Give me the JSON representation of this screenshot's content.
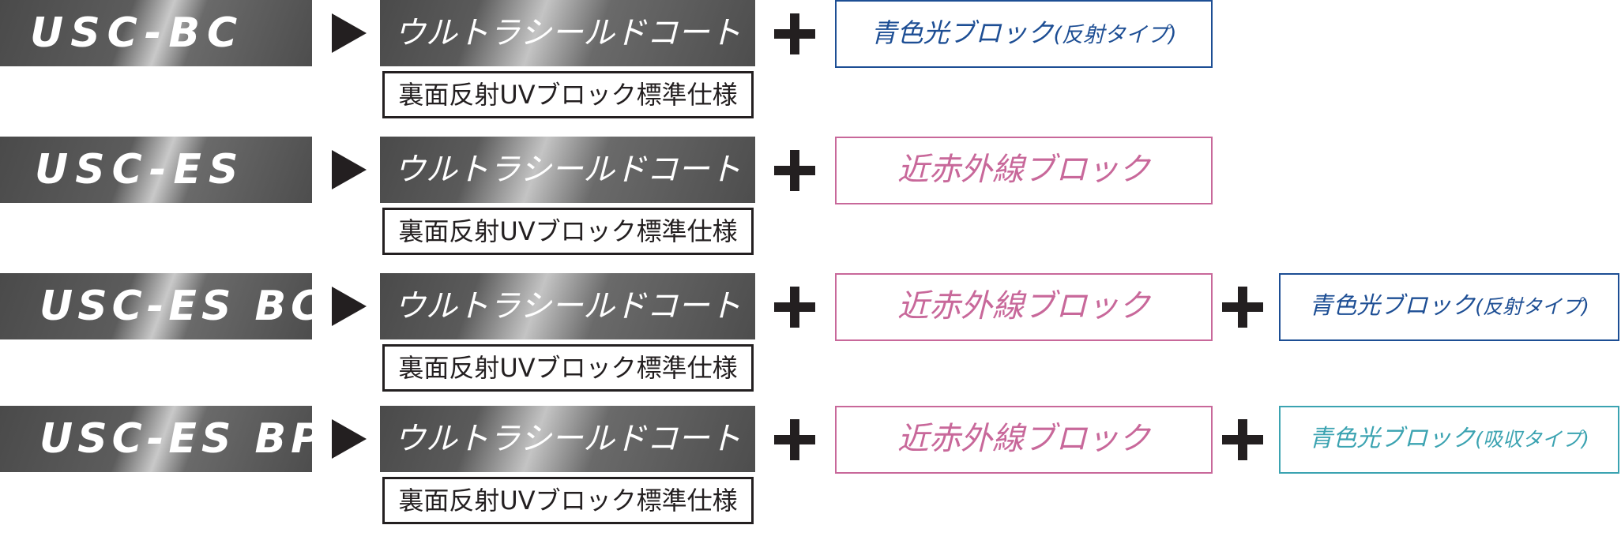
{
  "colors": {
    "dark": "#231f20",
    "blue": "#1d4e94",
    "pink": "#c8689a",
    "teal": "#3ba3b1"
  },
  "coating_label": "ウルトラシールドコート",
  "spec_label": "裏面反射UVブロック標準仕様",
  "plus_icon": "plus-icon",
  "arrow_icon": "triangle-right-icon",
  "rows": [
    {
      "model": "USC-BC",
      "addons": [
        {
          "text": "青色光ブロック",
          "note": "(反射タイプ)",
          "color": "blue"
        }
      ]
    },
    {
      "model": "USC-ES",
      "addons": [
        {
          "text": "近赤外線ブロック",
          "note": "",
          "color": "pink"
        }
      ]
    },
    {
      "model": "USC-ES BC",
      "addons": [
        {
          "text": "近赤外線ブロック",
          "note": "",
          "color": "pink"
        },
        {
          "text": "青色光ブロック",
          "note": "(反射タイプ)",
          "color": "blue"
        }
      ]
    },
    {
      "model": "USC-ES BP",
      "addons": [
        {
          "text": "近赤外線ブロック",
          "note": "",
          "color": "pink"
        },
        {
          "text": "青色光ブロック",
          "note": "(吸収タイプ)",
          "color": "teal"
        }
      ]
    }
  ]
}
